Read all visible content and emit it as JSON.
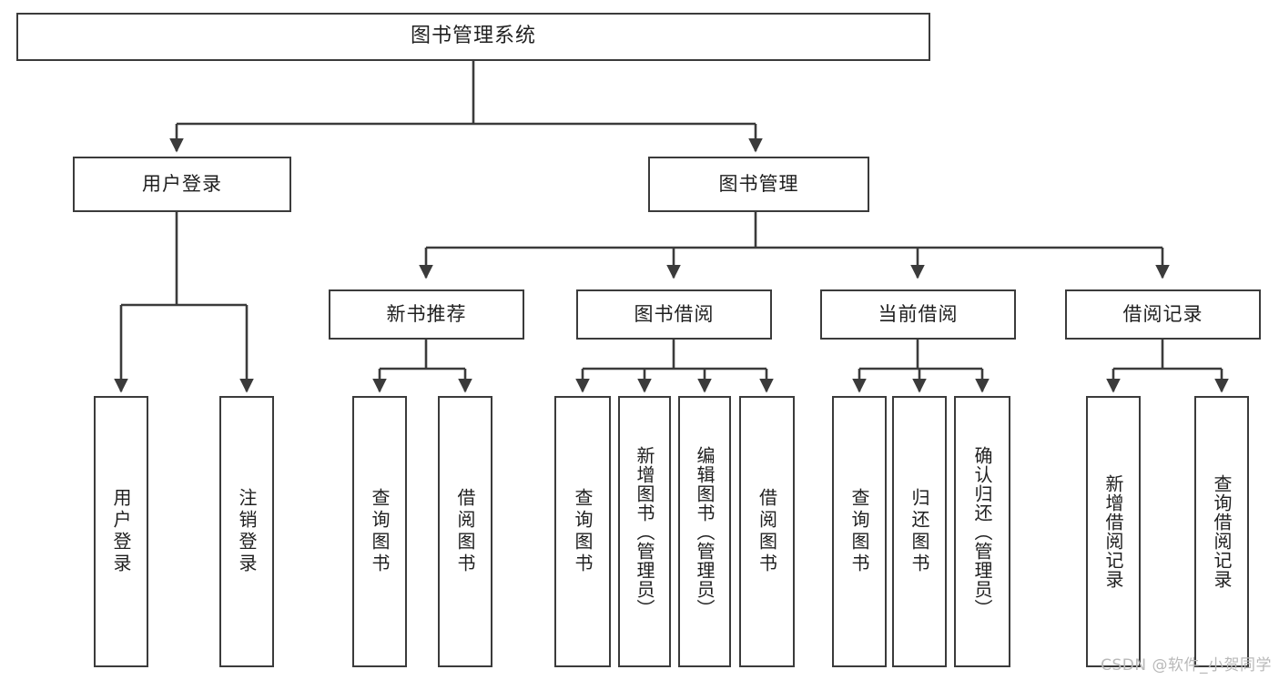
{
  "diagram": {
    "type": "tree",
    "title": "图书管理系统",
    "watermark": "CSDN @软件_小贺同学",
    "colors": {
      "stroke": "#3b3b3b",
      "fill": "#ffffff",
      "text": "#1f1f1f",
      "watermark": "#b9b9b9"
    },
    "nodes": {
      "root": {
        "label": "图书管理系统"
      },
      "level2": [
        {
          "id": "user-login",
          "label": "用户登录"
        },
        {
          "id": "book-manage",
          "label": "图书管理"
        }
      ],
      "level3": [
        {
          "id": "new-book-recommend",
          "label": "新书推荐"
        },
        {
          "id": "book-borrow",
          "label": "图书借阅"
        },
        {
          "id": "current-borrow",
          "label": "当前借阅"
        },
        {
          "id": "borrow-record",
          "label": "借阅记录"
        }
      ],
      "leaves": {
        "user-login": [
          {
            "id": "leaf-user-login",
            "label": "用户登录"
          },
          {
            "id": "leaf-user-logout",
            "label": "注销登录"
          }
        ],
        "new-book-recommend": [
          {
            "id": "leaf-query-book-1",
            "label": "查询图书"
          },
          {
            "id": "leaf-borrow-book-1",
            "label": "借阅图书"
          }
        ],
        "book-borrow": [
          {
            "id": "leaf-query-book-2",
            "label": "查询图书"
          },
          {
            "id": "leaf-add-book",
            "label": "新增图书（管理员）"
          },
          {
            "id": "leaf-edit-book",
            "label": "编辑图书（管理员）"
          },
          {
            "id": "leaf-borrow-book-2",
            "label": "借阅图书"
          }
        ],
        "current-borrow": [
          {
            "id": "leaf-query-book-3",
            "label": "查询图书"
          },
          {
            "id": "leaf-return-book",
            "label": "归还图书"
          },
          {
            "id": "leaf-confirm-return",
            "label": "确认归还（管理员）"
          }
        ],
        "borrow-record": [
          {
            "id": "leaf-add-record",
            "label": "新增借阅记录"
          },
          {
            "id": "leaf-query-record",
            "label": "查询借阅记录"
          }
        ]
      }
    }
  }
}
